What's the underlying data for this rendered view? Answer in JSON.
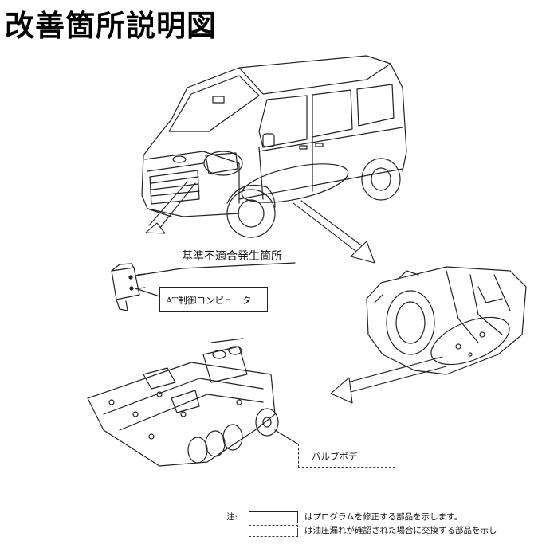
{
  "title": "改善箇所説明図",
  "labels": {
    "defect_location": "基準不適合発生箇所",
    "at_computer": "AT制御コンピュータ",
    "valve_body": "バルブボデー"
  },
  "legend": {
    "prefix": "注:",
    "solid_text": "はプログラムを修正する部品を示します。",
    "dashed_text": "は油圧漏れが確認された場合に交換する部品を示し"
  }
}
